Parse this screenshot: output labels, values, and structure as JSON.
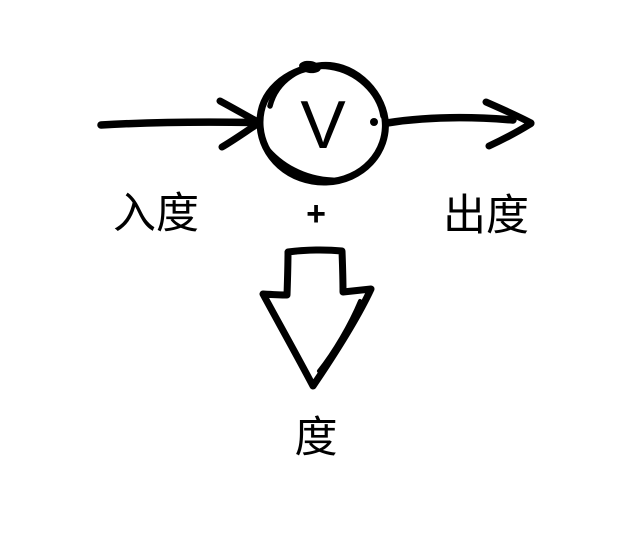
{
  "diagram": {
    "vertex_label": "V",
    "in_degree_label": "入度",
    "plus_sign": "+",
    "out_degree_label": "出度",
    "degree_label": "度"
  },
  "icons": {
    "incoming_edge": "right-arrow-icon",
    "vertex_node": "sketched-circle-icon",
    "outgoing_edge": "right-arrow-icon",
    "result": "down-block-arrow-icon"
  },
  "colors": {
    "ink": "#000000",
    "background": "#ffffff"
  }
}
